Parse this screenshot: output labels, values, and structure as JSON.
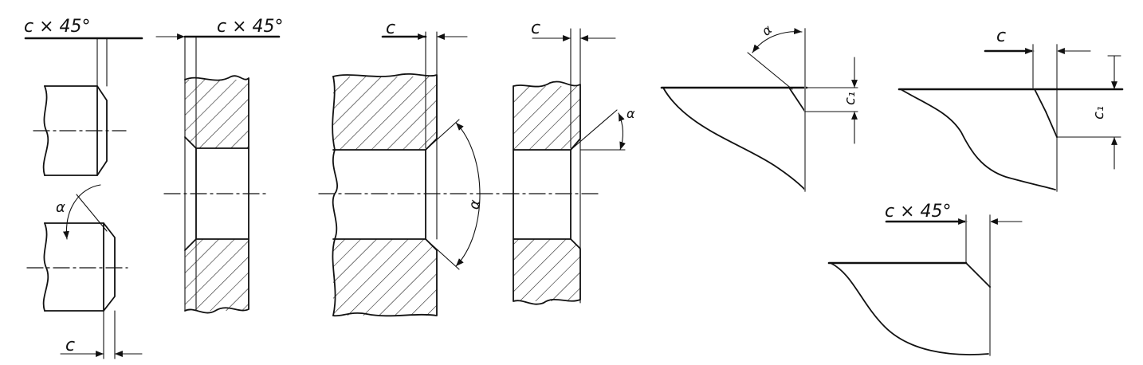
{
  "labels": {
    "chamfer_45_a": "c × 45°",
    "chamfer_45_b": "c × 45°",
    "chamfer_45_c": "c × 45°",
    "c_shaft_bottom": "c",
    "c_hole_mid": "c",
    "c_hole_right": "c",
    "c_right_top": "c",
    "c1_left": "c₁",
    "c1_right": "c₁",
    "alpha_left_shaft": "α",
    "alpha_hole_mid": "α",
    "alpha_hole_right": "α",
    "alpha_top_right": "α"
  }
}
